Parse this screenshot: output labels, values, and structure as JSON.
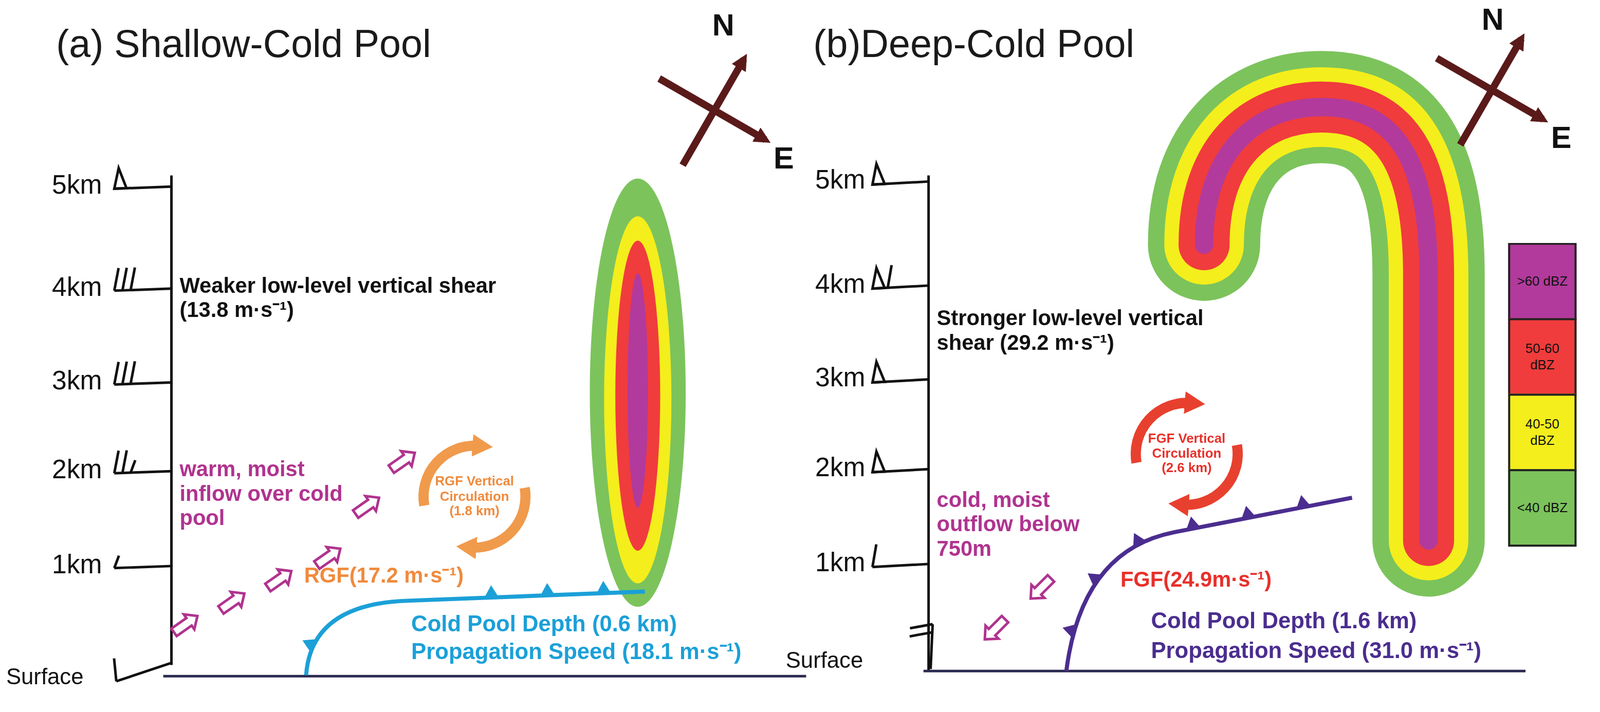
{
  "diagram": {
    "nodes": [
      {
        "text": [
          "RGF Vertical Circulation (1.8 km)"
        ]
      },
      {
        "text": [
          "FGF Vertical Circulation (2.6 km)"
        ]
      }
    ],
    "labels": [
      "(a) Shallow-Cold Pool",
      "5km",
      "4km",
      "3km",
      "2km",
      "1km",
      "Surface",
      "Weaker low-level vertical shear (13.8 m·s⁻¹)",
      "warm, moist inflow over cold pool",
      "RGF(17.2 m·s⁻¹)",
      "Cold Pool Depth (0.6 km)",
      "Propagation Speed (18.1 m·s⁻¹)",
      "N",
      "E",
      "(b)Deep-Cold Pool",
      "5km",
      "4km",
      "3km",
      "2km",
      "1km",
      "Surface",
      "Stronger low-level vertical shear (29.2 m·s⁻¹)",
      "cold, moist outflow below 750m",
      "FGF(24.9m·s⁻¹)",
      "Cold Pool Depth (1.6 km)",
      "Propagation Speed (31.0 m·s⁻¹)",
      "N",
      "E"
    ],
    "legend": [
      {
        "text": ">60 dBZ",
        "color": "#b23a9c"
      },
      {
        "text": "50-60 dBZ",
        "color": "#f03c3c"
      },
      {
        "text": "40-50 dBZ",
        "color": "#f4ee1c"
      },
      {
        "text": "<40 dBZ",
        "color": "#7cc35c"
      }
    ]
  }
}
